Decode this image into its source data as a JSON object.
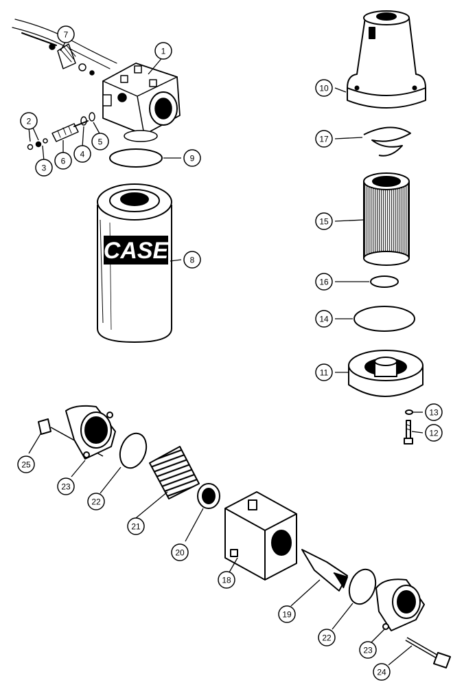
{
  "callouts": [
    {
      "id": "c1",
      "label": "1"
    },
    {
      "id": "c2",
      "label": "2"
    },
    {
      "id": "c3",
      "label": "3"
    },
    {
      "id": "c4",
      "label": "4"
    },
    {
      "id": "c5",
      "label": "5"
    },
    {
      "id": "c6",
      "label": "6"
    },
    {
      "id": "c7",
      "label": "7"
    },
    {
      "id": "c8",
      "label": "8"
    },
    {
      "id": "c9",
      "label": "9"
    },
    {
      "id": "c10",
      "label": "10"
    },
    {
      "id": "c11",
      "label": "11"
    },
    {
      "id": "c12",
      "label": "12"
    },
    {
      "id": "c13",
      "label": "13"
    },
    {
      "id": "c14",
      "label": "14"
    },
    {
      "id": "c15",
      "label": "15"
    },
    {
      "id": "c16",
      "label": "16"
    },
    {
      "id": "c17",
      "label": "17"
    },
    {
      "id": "c18",
      "label": "18"
    },
    {
      "id": "c19",
      "label": "19"
    },
    {
      "id": "c20",
      "label": "20"
    },
    {
      "id": "c21",
      "label": "21"
    },
    {
      "id": "c22a",
      "label": "22"
    },
    {
      "id": "c22b",
      "label": "22"
    },
    {
      "id": "c23a",
      "label": "23"
    },
    {
      "id": "c23b",
      "label": "23"
    },
    {
      "id": "c24",
      "label": "24"
    },
    {
      "id": "c25",
      "label": "25"
    }
  ],
  "filter_brand": "CASE",
  "colors": {
    "ink": "#000000",
    "paper": "#ffffff"
  }
}
